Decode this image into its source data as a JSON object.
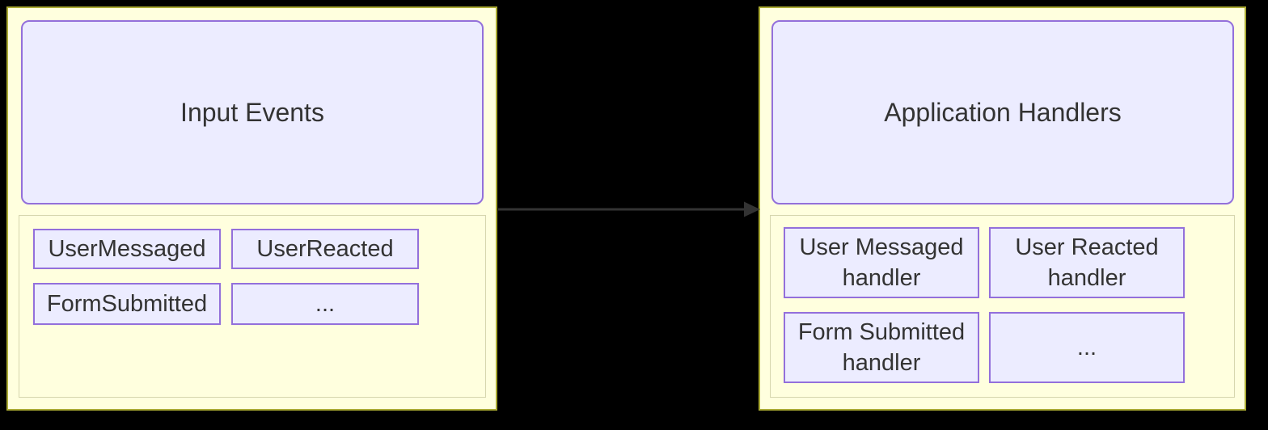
{
  "colors": {
    "background": "#000000",
    "cluster_fill": "#ffffde",
    "cluster_border": "#aaaa33",
    "inner_cluster_border": "#d6d6ad",
    "node_fill": "#ececff",
    "node_border": "#9370db",
    "text": "#333333",
    "arrow": "#333333"
  },
  "diagram": {
    "left_group": {
      "title": "Input Events",
      "items": [
        "UserMessaged",
        "UserReacted",
        "FormSubmitted",
        "..."
      ]
    },
    "right_group": {
      "title": "Application Handlers",
      "items": [
        "User Messaged handler",
        "User Reacted handler",
        "Form Submitted handler",
        "..."
      ]
    }
  }
}
